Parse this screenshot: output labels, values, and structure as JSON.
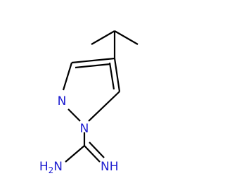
{
  "structure": {
    "atom_labels": {
      "n_ring_top": "N",
      "n_ring_bottom": "N",
      "nh2": "H2N",
      "nh_imine": "NH"
    },
    "colors": {
      "bond": "#000000",
      "heteroatom": "#1c1cd0",
      "background": "#ffffff"
    }
  }
}
